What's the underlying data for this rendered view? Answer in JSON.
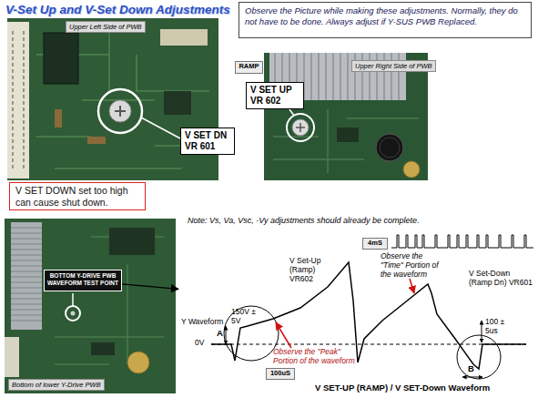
{
  "diagram": {
    "title": "V-Set Up and V-Set Down Adjustments",
    "nodes": [
      {
        "text": [
          "Observe the Picture while making these adjustments. Normally, they do not have to be done. Always adjust if Y-SUS PWB Replaced."
        ]
      },
      {
        "text": [
          "Upper Left Side of PWB"
        ]
      },
      {
        "text": [
          "V SET DN VR 601"
        ]
      },
      {
        "text": [
          "V SET DOWN set too high can cause shut down."
        ]
      },
      {
        "text": [
          "RAMP"
        ]
      },
      {
        "text": [
          "Upper Right Side of PWB"
        ]
      },
      {
        "text": [
          "V SET UP VR 602"
        ]
      },
      {
        "text": [
          "Bottom of lower Y-Drive PWB"
        ]
      },
      {
        "text": [
          "BOTTOM Y-DRIVE PWB WAVEFORM TEST POINT"
        ],
        "in": 7
      },
      {
        "text": [
          "Note: Vs, Va, Vsc, -Vy adjustments should already be complete.",
          "V SET-UP (RAMP) / V SET-Down Waveform"
        ]
      },
      {
        "text": [
          "4mS"
        ],
        "in": 9
      },
      {
        "text": [
          "100uS"
        ],
        "in": 9
      }
    ],
    "edges": [
      {
        "from": 8,
        "to": 9,
        "arrow": "to"
      }
    ],
    "labels": [
      "V Set-Up (Ramp) VR602",
      "Observe the \"Time\" Portion of the waveform",
      "V Set-Down (Ramp Dn) VR601",
      "150V ± 5V",
      "Y Waveform",
      "0V",
      "A",
      "100 ± 5us",
      "Observe the \"Peak\" Portion of the waveform",
      "B"
    ]
  }
}
